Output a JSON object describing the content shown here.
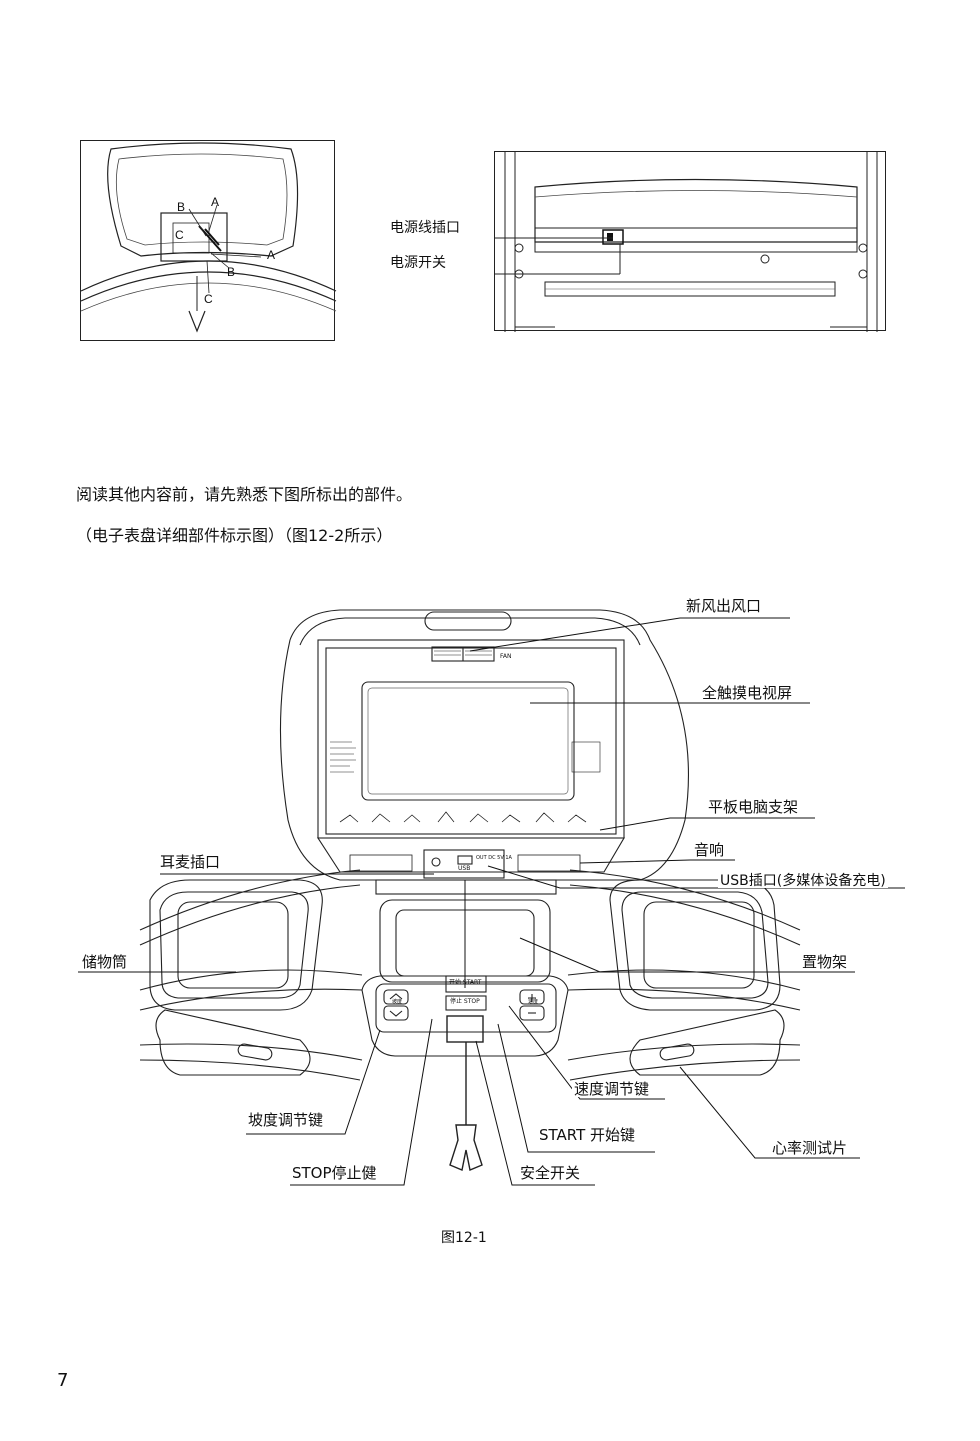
{
  "top_left_figure": {
    "labels": [
      "A",
      "B",
      "C",
      "A",
      "B",
      "C"
    ]
  },
  "top_right_figure": {
    "power_socket_label": "电源线插口",
    "power_switch_label": "电源开关"
  },
  "intro": {
    "line1": "阅读其他内容前，请先熟悉下图所标出的部件。",
    "line2": "（电子表盘详细部件标示图）（图12-2所示）"
  },
  "diagram": {
    "fan_label": "FAN",
    "usb_small": "USB",
    "output_small": "OUT DC 5V 1A",
    "keys": {
      "start": "开始 START",
      "stop": "停止 STOP",
      "incline": "坡度",
      "speed": "速度"
    },
    "callouts": {
      "fresh_air_outlet": "新风出风口",
      "touch_tv": "全触摸电视屏",
      "tablet_holder": "平板电脑支架",
      "speaker": "音响",
      "headphone_jack": "耳麦插口",
      "usb_port": "USB插口(多媒体设备充电)",
      "storage_cup": "储物筒",
      "rack": "置物架",
      "speed_keys": "速度调节键",
      "incline_keys": "坡度调节键",
      "start_key": "START 开始键",
      "heart_rate": "心率测试片",
      "stop_key": "STOP停止健",
      "safety_switch": "安全开关"
    }
  },
  "caption": "图12-1",
  "page_number": "7"
}
